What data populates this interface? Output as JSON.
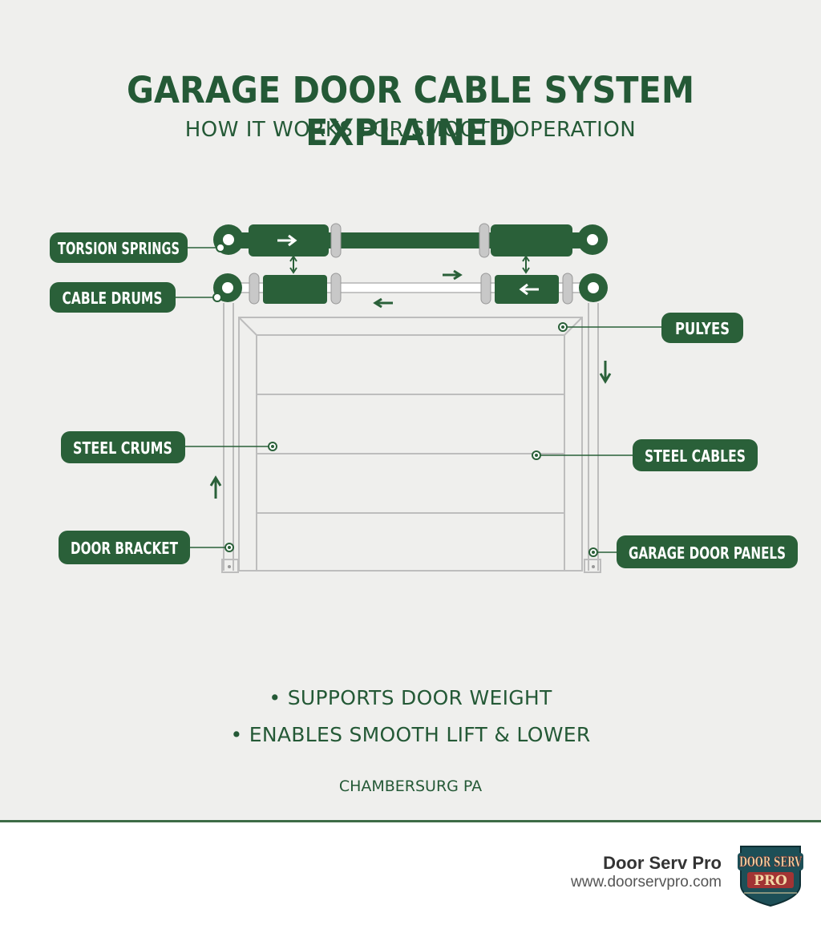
{
  "title": "GARAGE DOOR CABLE SYSTEM EXPLAINED",
  "subtitle": "HOW IT WORKS FOR SMOOTH OPERATION",
  "labels": {
    "torsion_springs": "TORSION SPRINGS",
    "cable_drums": "CABLE DRUMS",
    "pulyes": "PULYES",
    "steel_crums": "STEEL CRUMS",
    "steel_cables": "STEEL CABLES",
    "door_bracket": "DOOR BRACKET",
    "garage_door_panels": "GARAGE DOOR PANELS"
  },
  "bullets": [
    "SUPPORTS DOOR WEIGHT",
    "ENABLES SMOOTH LIFT & LOWER"
  ],
  "location": "CHAMBERSURG PA",
  "footer": {
    "brand_name": "Door Serv Pro",
    "brand_url": "www.doorservpro.com",
    "logo_text": [
      "DOOR SERV",
      "PRO"
    ]
  },
  "colors": {
    "green": "#2a6039",
    "background": "#efefed",
    "line": "#bdbdbd"
  }
}
